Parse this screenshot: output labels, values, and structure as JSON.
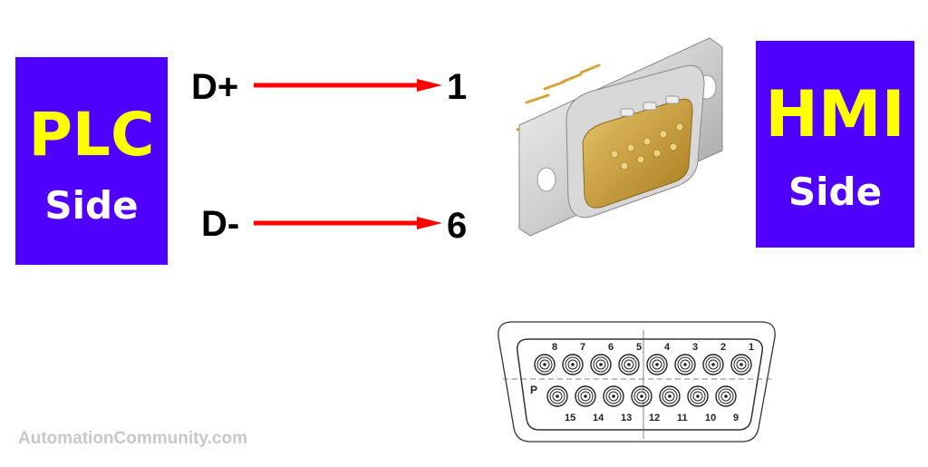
{
  "plc_box": {
    "title": "PLC",
    "subtitle": "Side"
  },
  "hmi_box": {
    "title": "HMI",
    "subtitle": "Side"
  },
  "connections": [
    {
      "signal": "D+",
      "pin": "1"
    },
    {
      "signal": "D-",
      "pin": "6"
    }
  ],
  "colors": {
    "box_bg": "#5000ff",
    "title": "#ffff00",
    "subtitle": "#ffffff",
    "arrow": "#ff0000",
    "watermark": "#c8c8c8"
  },
  "pinout": {
    "top_row": [
      "8",
      "7",
      "6",
      "5",
      "4",
      "3",
      "2",
      "1"
    ],
    "bottom_row": [
      "15",
      "14",
      "13",
      "12",
      "11",
      "10",
      "9"
    ],
    "marker": "P"
  },
  "watermark": "AutomationCommunity.com"
}
